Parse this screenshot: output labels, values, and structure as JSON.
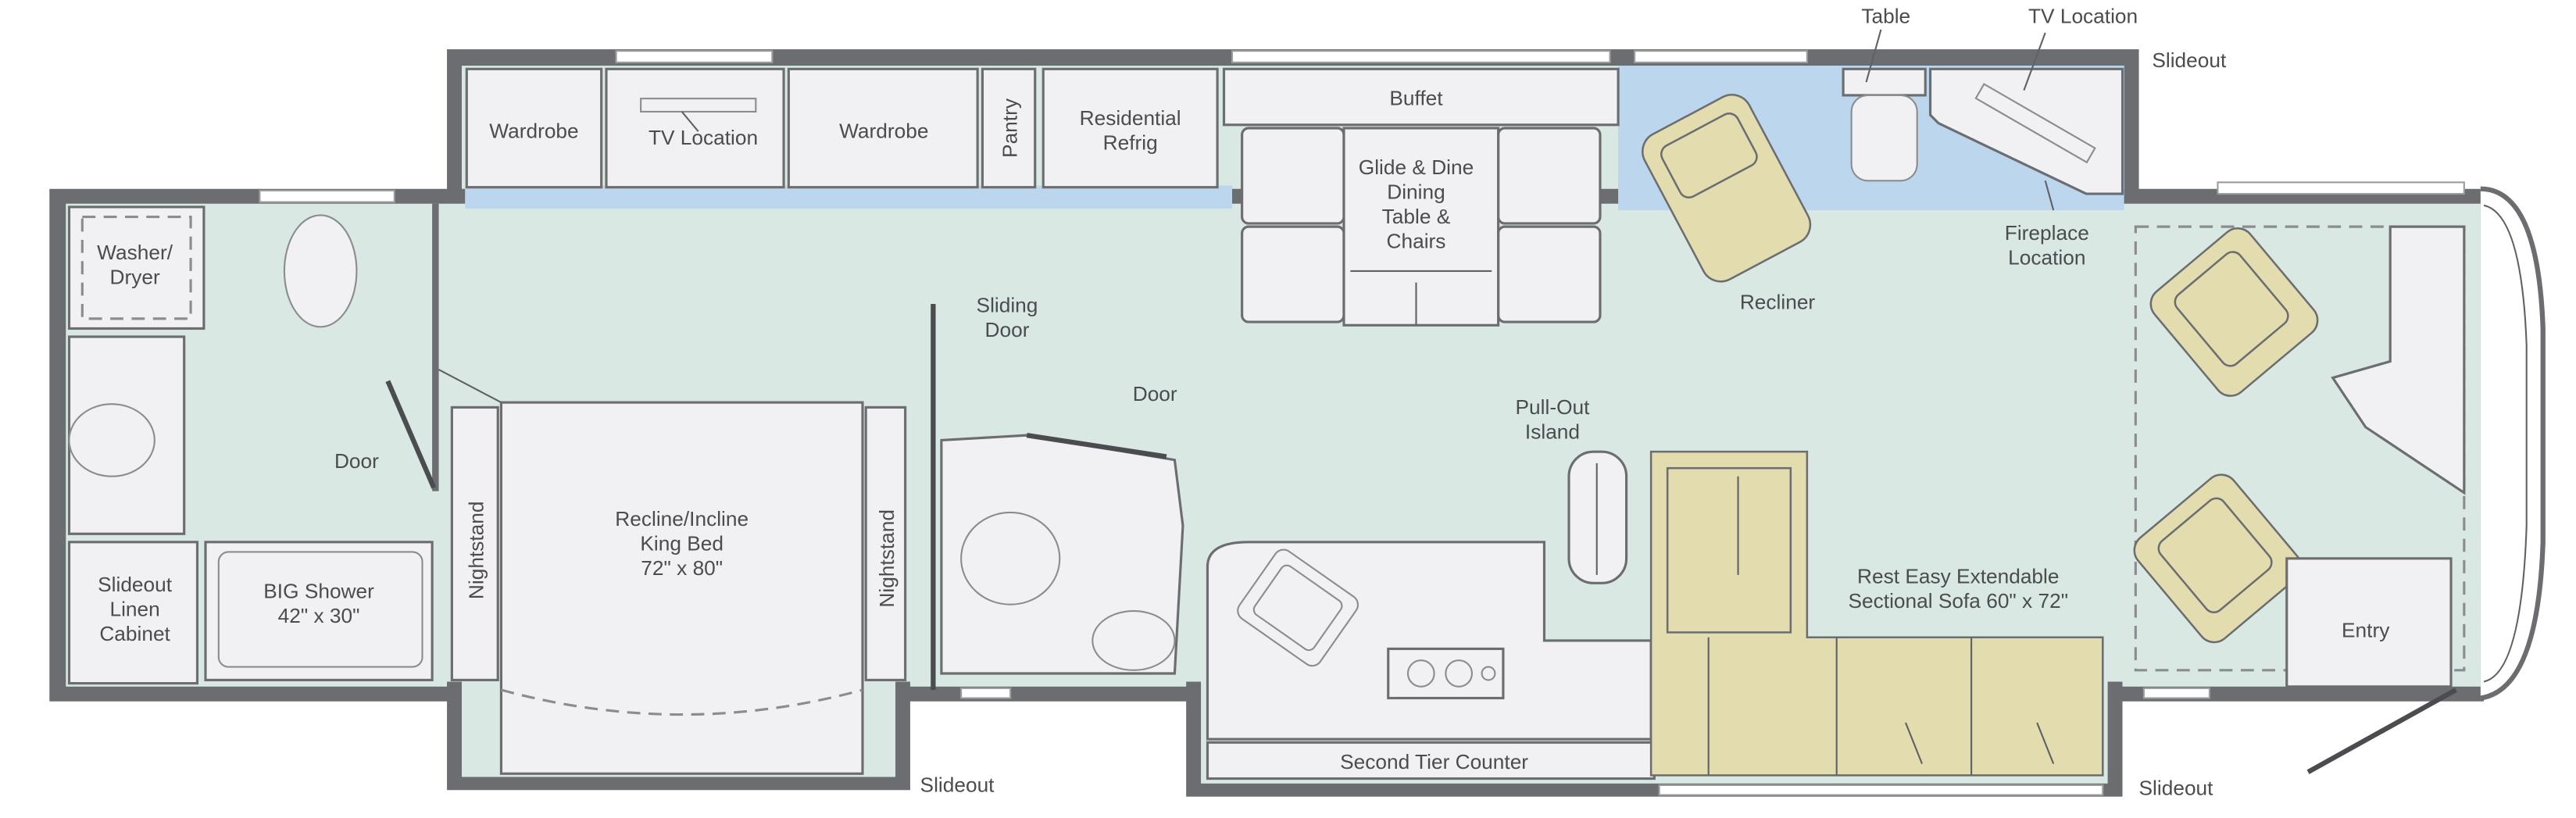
{
  "colors": {
    "wall": "#6b6d70",
    "floor": "#d9e8e3",
    "furniture": "#f1f1f3",
    "slideout_floor": "#bcd6ee",
    "seating": "#e3dcae"
  },
  "labels": {
    "table": "Table",
    "tv_location_front": "TV Location",
    "slideout_top": "Slideout",
    "slideout_bedroom": "Slideout",
    "slideout_front": "Slideout",
    "wardrobe_1": "Wardrobe",
    "tv_location_bedroom": "TV Location",
    "wardrobe_2": "Wardrobe",
    "pantry": "Pantry",
    "refrig": [
      "Residential",
      "Refrig"
    ],
    "buffet": "Buffet",
    "dining": [
      "Glide & Dine",
      "Dining",
      "Table &",
      "Chairs"
    ],
    "recliner": "Recliner",
    "fireplace": [
      "Fireplace",
      "Location"
    ],
    "washer_dryer": [
      "Washer/",
      "Dryer"
    ],
    "bath_door": "Door",
    "sliding_door": [
      "Sliding",
      "Door"
    ],
    "toilet_door": "Door",
    "island": [
      "Pull-Out",
      "Island"
    ],
    "bed": [
      "Recline/Incline",
      "King Bed",
      "72\" x 80\""
    ],
    "nightstand_left": "Nightstand",
    "nightstand_right": "Nightstand",
    "linen": [
      "Slideout",
      "Linen",
      "Cabinet"
    ],
    "shower": [
      "BIG Shower",
      "42\" x 30\""
    ],
    "sofa": [
      "Rest Easy Extendable",
      "Sectional Sofa  60\" x 72\""
    ],
    "entry": "Entry",
    "second_tier_counter": "Second Tier Counter"
  }
}
